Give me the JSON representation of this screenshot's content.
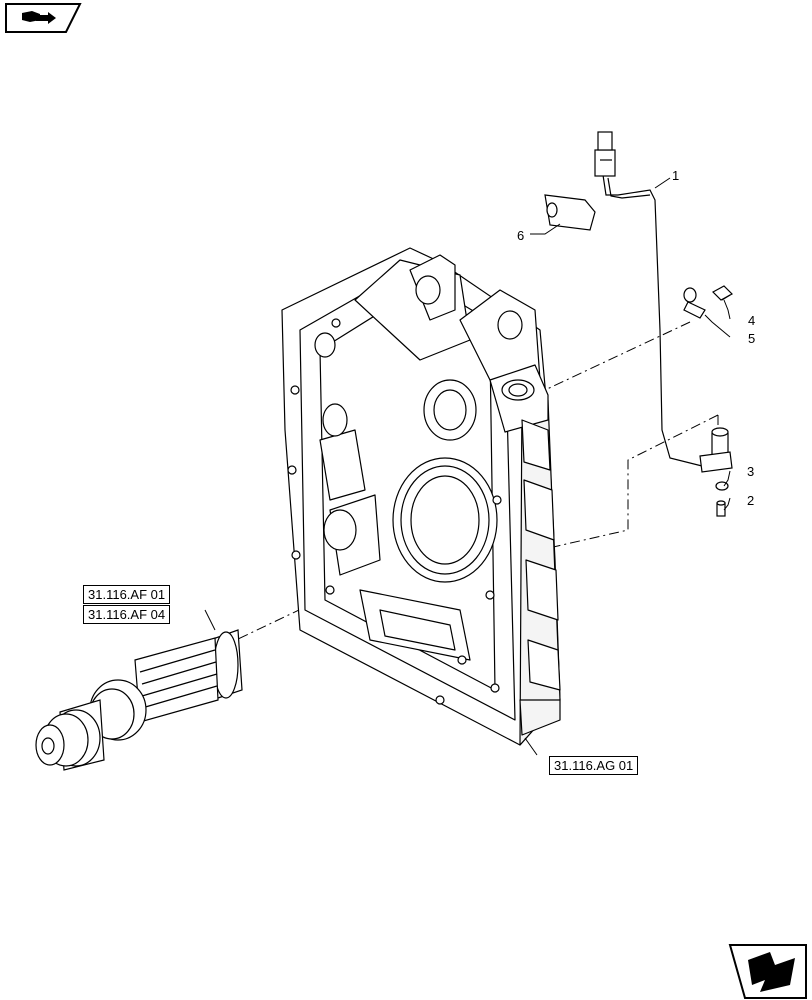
{
  "nav": {
    "top_left_icon": "book-arrow-icon",
    "bottom_right_icon": "next-page-arrow-icon"
  },
  "callouts": [
    {
      "id": "1",
      "label": "1"
    },
    {
      "id": "2",
      "label": "2"
    },
    {
      "id": "3",
      "label": "3"
    },
    {
      "id": "4",
      "label": "4"
    },
    {
      "id": "5",
      "label": "5"
    },
    {
      "id": "6",
      "label": "6"
    }
  ],
  "references": [
    {
      "id": "af01",
      "label": "31.116.AF 01"
    },
    {
      "id": "af04",
      "label": "31.116.AF 04"
    },
    {
      "id": "ag01",
      "label": "31.116.AG 01"
    }
  ]
}
